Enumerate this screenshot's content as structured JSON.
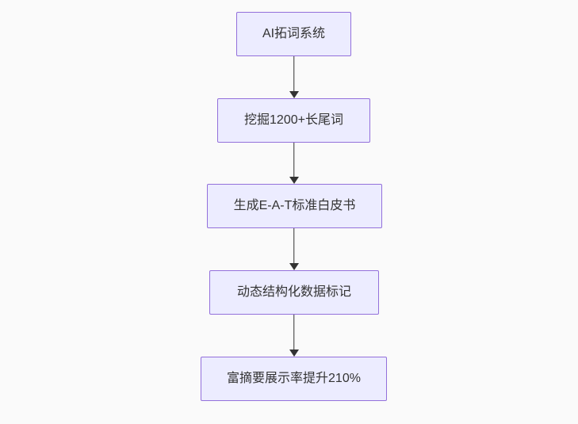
{
  "diagram": {
    "type": "flowchart-top-down",
    "nodes": [
      {
        "id": "n1",
        "label": "AI拓词系统"
      },
      {
        "id": "n2",
        "label": "挖掘1200+长尾词"
      },
      {
        "id": "n3",
        "label": "生成E-A-T标准白皮书"
      },
      {
        "id": "n4",
        "label": "动态结构化数据标记"
      },
      {
        "id": "n5",
        "label": "富摘要展示率提升210%"
      }
    ],
    "edges": [
      {
        "from": "n1",
        "to": "n2",
        "style": "arrow-down"
      },
      {
        "from": "n2",
        "to": "n3",
        "style": "arrow-down"
      },
      {
        "from": "n3",
        "to": "n4",
        "style": "arrow-down"
      },
      {
        "from": "n4",
        "to": "n5",
        "style": "arrow-down"
      }
    ],
    "colors": {
      "node_fill": "#ECECFF",
      "node_border": "#9370DB",
      "arrow": "#333333",
      "text": "#333333",
      "background": "#FAFAFA"
    }
  }
}
